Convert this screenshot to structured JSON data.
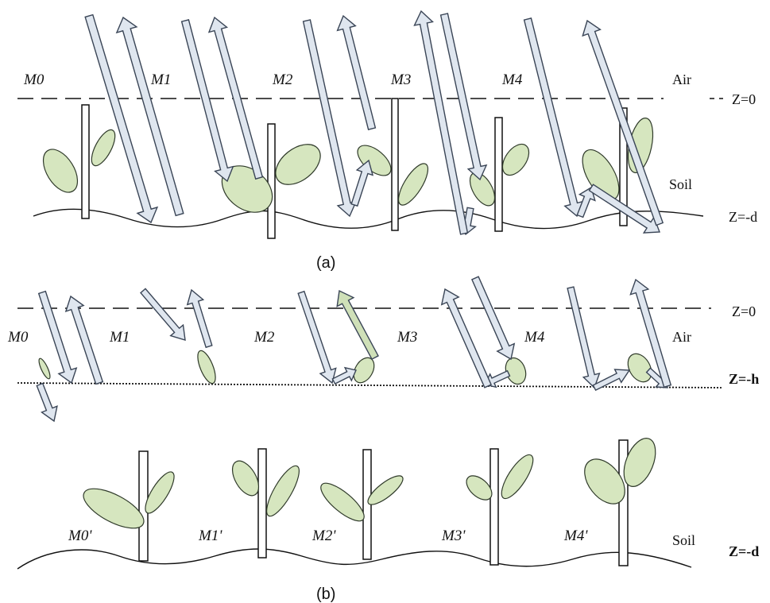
{
  "panel_a": {
    "models": [
      "M0",
      "M1",
      "M2",
      "M3",
      "M4"
    ],
    "air_label": "Air",
    "soil_label": "Soil",
    "z_top": "Z=0",
    "z_bottom": "Z=-d",
    "caption": "(a)"
  },
  "panel_b": {
    "models": [
      "M0",
      "M1",
      "M2",
      "M3",
      "M4"
    ],
    "models_prime": [
      "M0'",
      "M1'",
      "M2'",
      "M3'",
      "M4'"
    ],
    "air_label": "Air",
    "soil_label": "Soil",
    "z_top": "Z=0",
    "z_mid": "Z=-h",
    "z_bottom": "Z=-d",
    "caption": "(b)"
  },
  "colors": {
    "leaf": "#d6e6bf",
    "arrow": "#dfe6ef"
  }
}
